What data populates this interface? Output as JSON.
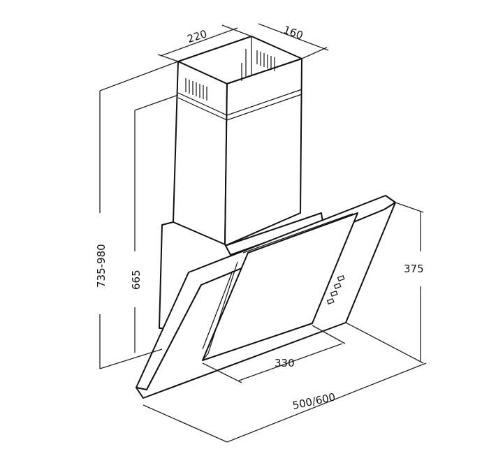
{
  "dimensions": {
    "chimney_width": "220",
    "chimney_depth": "160",
    "total_height_range": "735-980",
    "chimney_height": "665",
    "hood_height": "375",
    "glass_width": "330",
    "hood_width": "500/600"
  },
  "colors": {
    "line": "#111111",
    "background": "#ffffff"
  }
}
